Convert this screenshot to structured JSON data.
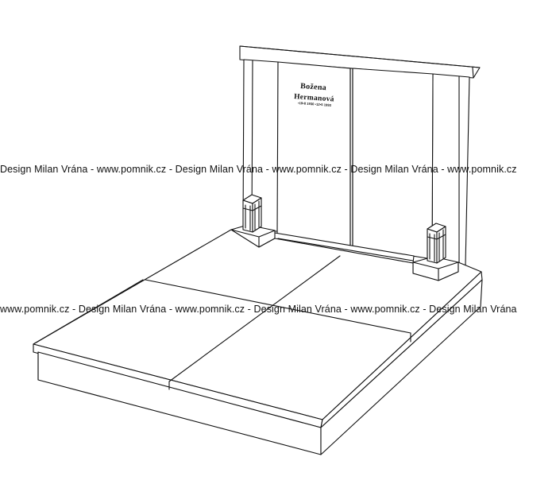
{
  "watermark": {
    "row1": "Design Milan Vrána  -  www.pomnik.cz  -  Design Milan Vrána  -  www.pomnik.cz  -  Design Milan Vrána  -  www.pomnik.cz",
    "row2": "www.pomnik.cz  -  Design Milan Vrána  -  www.pomnik.cz  -  Design Milan Vrána  -  www.pomnik.cz  -  Design Milan Vrána"
  },
  "inscription": {
    "first_name": "Božena",
    "last_name": "Hermanová",
    "dates": "•19•8 1930 •12•5 1993"
  },
  "colors": {
    "line": "#111111",
    "background": "#ffffff"
  }
}
